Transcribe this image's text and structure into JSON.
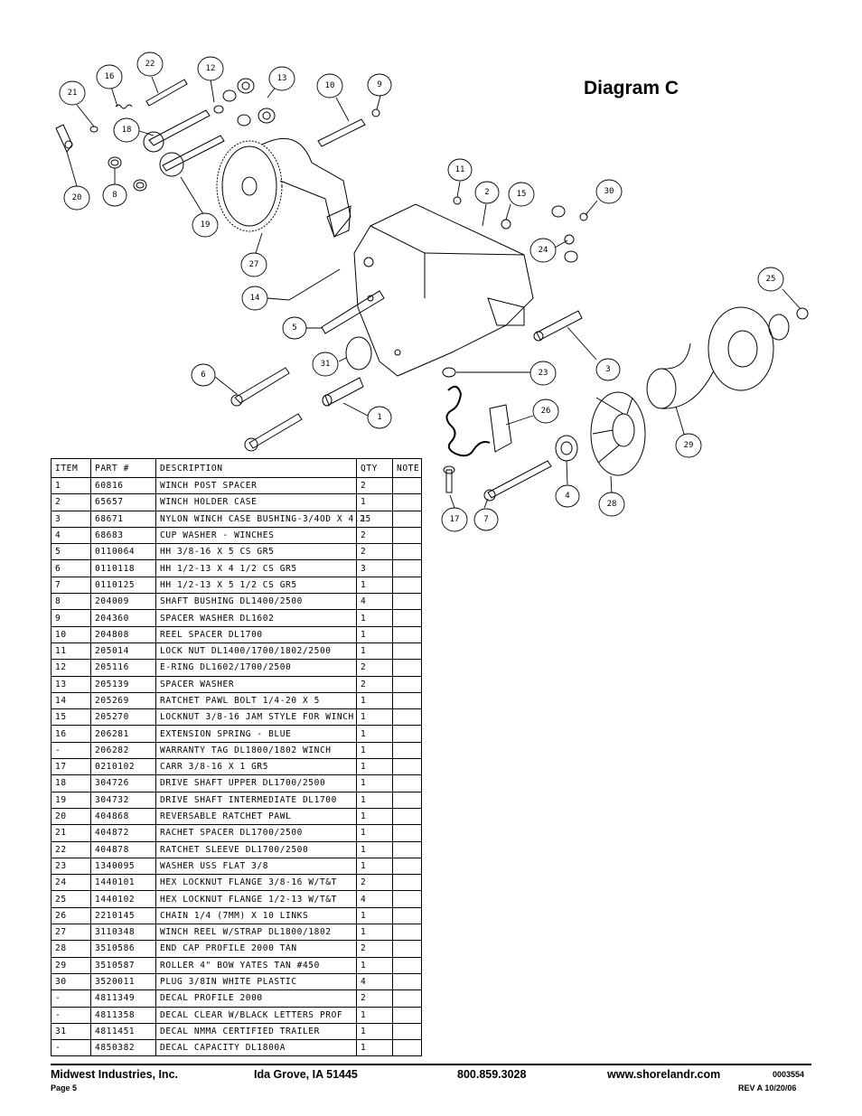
{
  "diagram": {
    "title": "Diagram C",
    "callouts": [
      "21",
      "16",
      "22",
      "12",
      "13",
      "10",
      "9",
      "18",
      "8",
      "20",
      "19",
      "27",
      "11",
      "2",
      "15",
      "30",
      "24",
      "25",
      "14",
      "5",
      "3",
      "31",
      "23",
      "6",
      "1",
      "26",
      "29",
      "28",
      "4",
      "17",
      "7"
    ]
  },
  "parts_table": {
    "headers": [
      "ITEM",
      "PART #",
      "DESCRIPTION",
      "QTY",
      "NOTE"
    ],
    "rows": [
      [
        "1",
        "60816",
        "WINCH POST SPACER",
        "2",
        ""
      ],
      [
        "2",
        "65657",
        "WINCH HOLDER CASE",
        "1",
        ""
      ],
      [
        "3",
        "68671",
        "NYLON WINCH CASE BUSHING-3/4OD X 4.25",
        "1",
        ""
      ],
      [
        "4",
        "68683",
        "CUP WASHER - WINCHES",
        "2",
        ""
      ],
      [
        "5",
        "0110064",
        "HH 3/8-16 X 5 CS GR5",
        "2",
        ""
      ],
      [
        "6",
        "0110118",
        "HH 1/2-13 X 4 1/2 CS GR5",
        "3",
        ""
      ],
      [
        "7",
        "0110125",
        "HH 1/2-13 X 5 1/2 CS GR5",
        "1",
        ""
      ],
      [
        "8",
        "204009",
        "SHAFT BUSHING  DL1400/2500",
        "4",
        ""
      ],
      [
        "9",
        "204360",
        "SPACER WASHER  DL1602",
        "1",
        ""
      ],
      [
        "10",
        "204808",
        "REEL SPACER  DL1700",
        "1",
        ""
      ],
      [
        "11",
        "205014",
        "LOCK NUT  DL1400/1700/1802/2500",
        "1",
        ""
      ],
      [
        "12",
        "205116",
        "E-RING DL1602/1700/2500",
        "2",
        ""
      ],
      [
        "13",
        "205139",
        "SPACER WASHER",
        "2",
        ""
      ],
      [
        "14",
        "205269",
        "RATCHET PAWL BOLT 1/4-20 X 5",
        "1",
        ""
      ],
      [
        "15",
        "205270",
        "LOCKNUT 3/8-16 JAM STYLE FOR WINCH",
        "1",
        ""
      ],
      [
        "16",
        "206281",
        "EXTENSION SPRING - BLUE",
        "1",
        ""
      ],
      [
        "-",
        "206282",
        "WARRANTY TAG DL1800/1802 WINCH",
        "1",
        ""
      ],
      [
        "17",
        "0210102",
        "CARR 3/8-16 X 1 GR5",
        "1",
        ""
      ],
      [
        "18",
        "304726",
        "DRIVE SHAFT UPPER  DL1700/2500",
        "1",
        ""
      ],
      [
        "19",
        "304732",
        "DRIVE SHAFT INTERMEDIATE  DL1700",
        "1",
        ""
      ],
      [
        "20",
        "404868",
        "REVERSABLE RATCHET PAWL",
        "1",
        ""
      ],
      [
        "21",
        "404872",
        "RACHET SPACER  DL1700/2500",
        "1",
        ""
      ],
      [
        "22",
        "404878",
        "RATCHET SLEEVE  DL1700/2500",
        "1",
        ""
      ],
      [
        "23",
        "1340095",
        "WASHER USS FLAT 3/8",
        "1",
        ""
      ],
      [
        "24",
        "1440101",
        "HEX LOCKNUT FLANGE 3/8-16 W/T&T",
        "2",
        ""
      ],
      [
        "25",
        "1440102",
        "HEX LOCKNUT FLANGE 1/2-13 W/T&T",
        "4",
        ""
      ],
      [
        "26",
        "2210145",
        "CHAIN 1/4 (7MM) X 10 LINKS",
        "1",
        ""
      ],
      [
        "27",
        "3110348",
        "WINCH REEL W/STRAP  DL1800/1802",
        "1",
        ""
      ],
      [
        "28",
        "3510586",
        "END CAP PROFILE 2000 TAN",
        "2",
        ""
      ],
      [
        "29",
        "3510587",
        "ROLLER 4\" BOW YATES TAN #450",
        "1",
        ""
      ],
      [
        "30",
        "3520011",
        "PLUG  3/8IN WHITE PLASTIC",
        "4",
        ""
      ],
      [
        "-",
        "4811349",
        "DECAL PROFILE 2000",
        "2",
        ""
      ],
      [
        "-",
        "4811358",
        "DECAL CLEAR W/BLACK LETTERS PROF",
        "1",
        ""
      ],
      [
        "31",
        "4811451",
        " DECAL NMMA CERTIFIED TRAILER",
        "1",
        ""
      ],
      [
        "-",
        "4850382",
        "DECAL CAPACITY DL1800A",
        "1",
        ""
      ]
    ]
  },
  "footer": {
    "company": "Midwest Industries, Inc.",
    "city": "Ida Grove, IA  51445",
    "phone": "800.859.3028",
    "website": "www.shorelandr.com",
    "doc_number": "0003554",
    "page": "Page 5",
    "revision": "REV A  10/20/06"
  }
}
